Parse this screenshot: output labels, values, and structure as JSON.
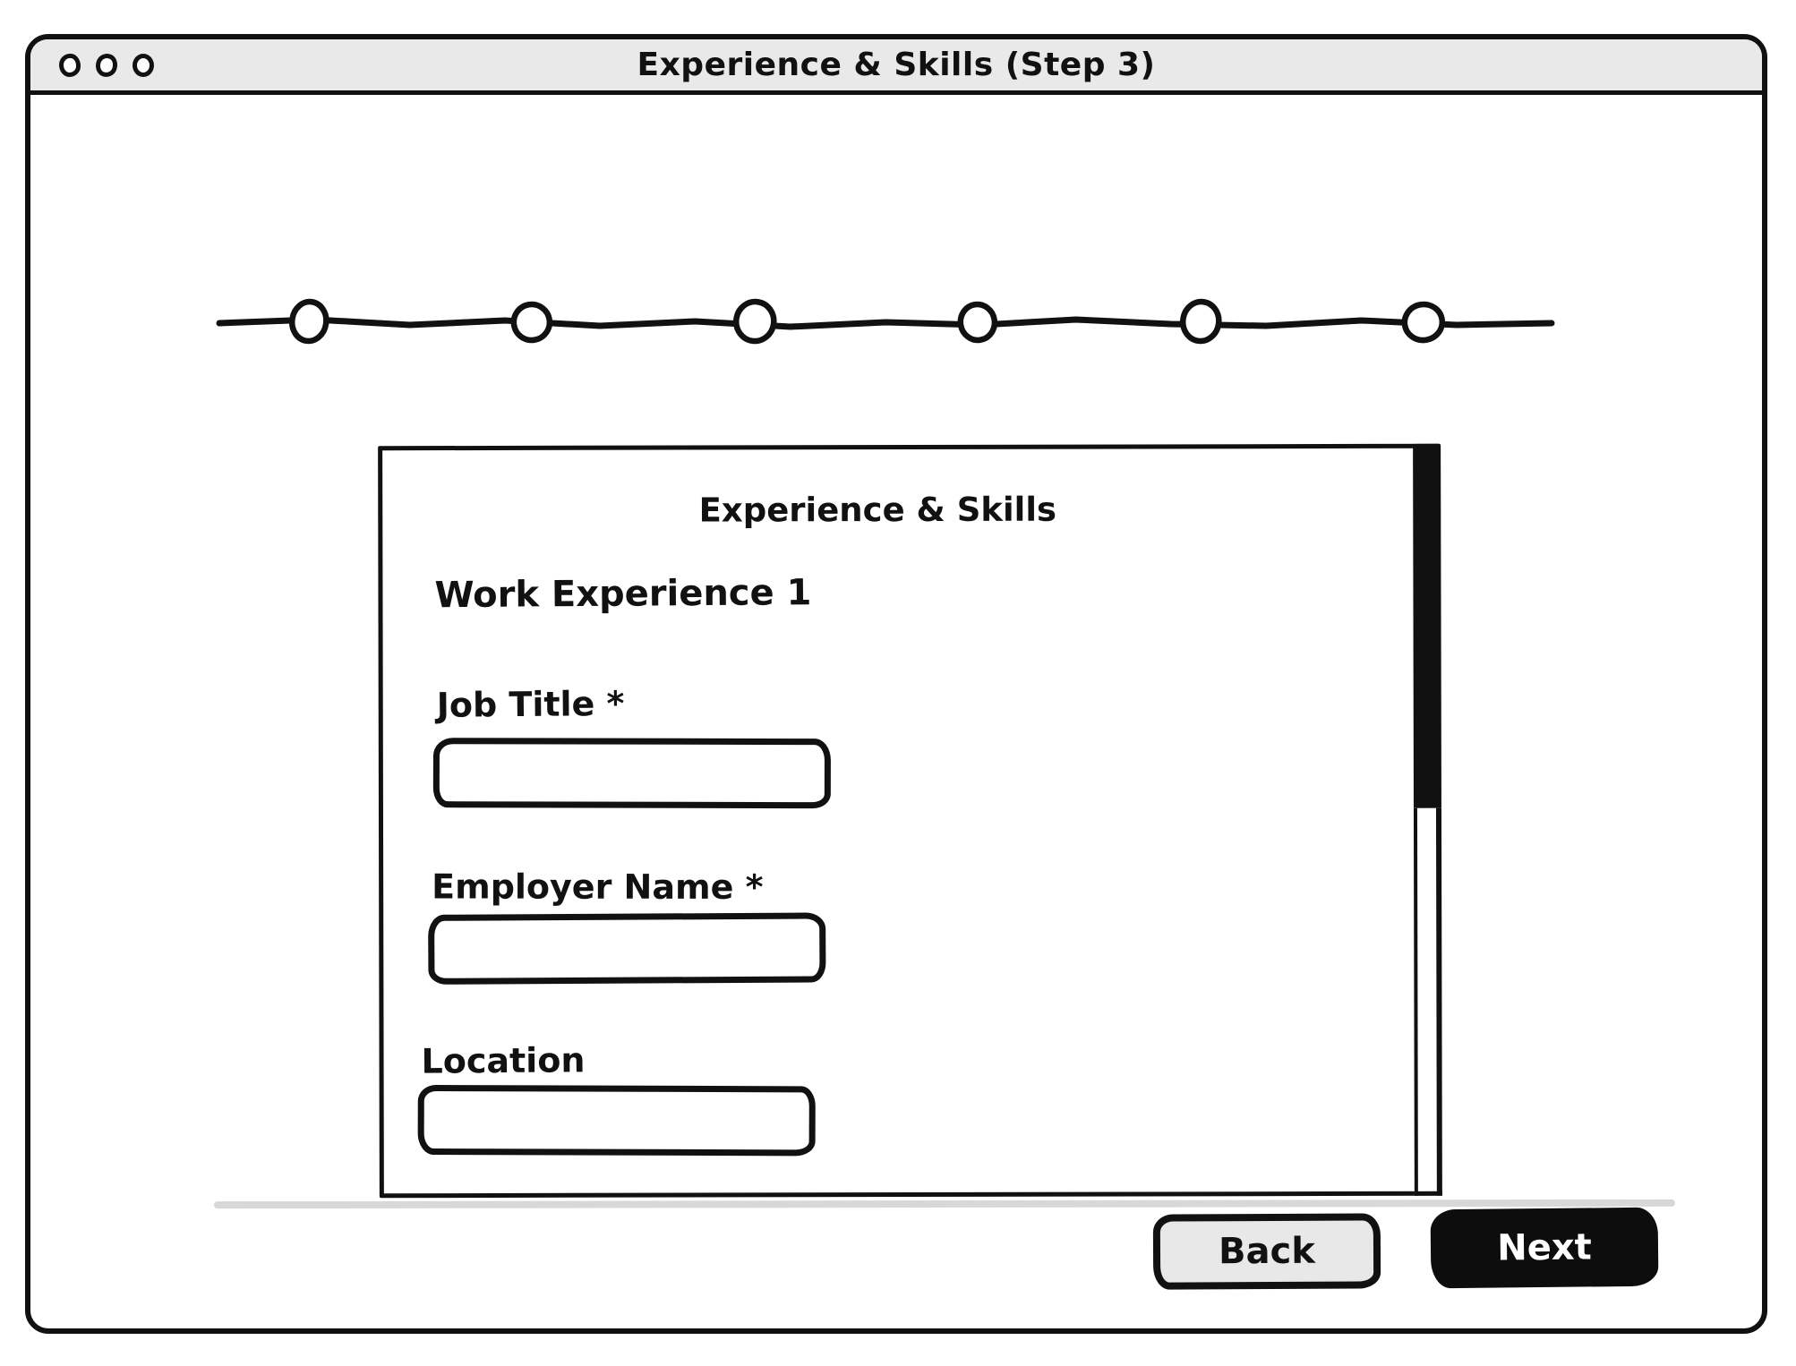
{
  "titlebar": {
    "title": "Experience & Skills (Step 3)",
    "window_controls_count": 3
  },
  "stepper": {
    "step_count": 6
  },
  "panel": {
    "title": "Experience & Skills",
    "section_heading": "Work Experience 1",
    "fields": [
      {
        "label": "Job Title *",
        "value": ""
      },
      {
        "label": "Employer Name *",
        "value": ""
      },
      {
        "label": "Location",
        "value": ""
      }
    ],
    "scrollbar": {
      "thumb_position": "top",
      "thumb_height_pct": 48.5
    }
  },
  "actions": {
    "back_label": "Back",
    "next_label": "Next"
  },
  "colors": {
    "ink": "#111111",
    "titlebar_bg": "#e9e9e9",
    "back_button_bg": "#e8e8e8",
    "next_button_bg": "#0d0d0d",
    "next_button_text": "#ffffff",
    "divider": "#d8d8d8"
  }
}
